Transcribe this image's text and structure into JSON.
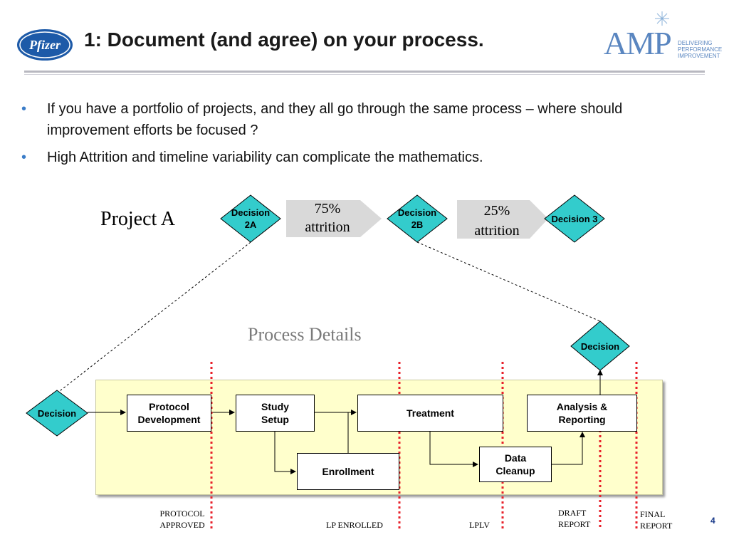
{
  "header": {
    "left_logo_text": "Pfizer",
    "title": "1: Document (and agree) on your process.",
    "right_logo_text": "AMP",
    "right_logo_tagline": [
      "DELIVERING",
      "PERFORMANCE",
      "IMPROVEMENT"
    ]
  },
  "bullets": [
    "If you have a portfolio of projects, and they all go through the same process – where should improvement efforts be focused ?",
    "High Attrition and timeline variability can complicate the mathematics."
  ],
  "project": {
    "label": "Project A",
    "decisions": [
      "Decision 2A",
      "Decision 2B",
      "Decision 3"
    ],
    "attrition": [
      {
        "value": "75%",
        "text": "attrition"
      },
      {
        "value": "25%",
        "text": "attrition"
      }
    ]
  },
  "process": {
    "title": "Process Details",
    "start_decision": "Decision",
    "end_decision": "Decision",
    "boxes": {
      "protocol": "Protocol Development",
      "study": "Study Setup",
      "treatment": "Treatment",
      "analysis": "Analysis & Reporting",
      "enrollment": "Enrollment",
      "cleanup": "Data Cleanup"
    }
  },
  "milestones": {
    "protocol_approved": "PROTOCOL APPROVED",
    "lp_enrolled": "LP ENROLLED",
    "lplv": "LPLV",
    "draft_report": "DRAFT REPORT",
    "final_report": "FINAL REPORT"
  },
  "colors": {
    "diamond_fill": "#33cccc",
    "milestone_line": "#e8202a",
    "panel_fill": "#ffffcc",
    "attrition_arrow": "#d9d9d9",
    "bullet": "#3a7cc8"
  },
  "page_number": "4"
}
